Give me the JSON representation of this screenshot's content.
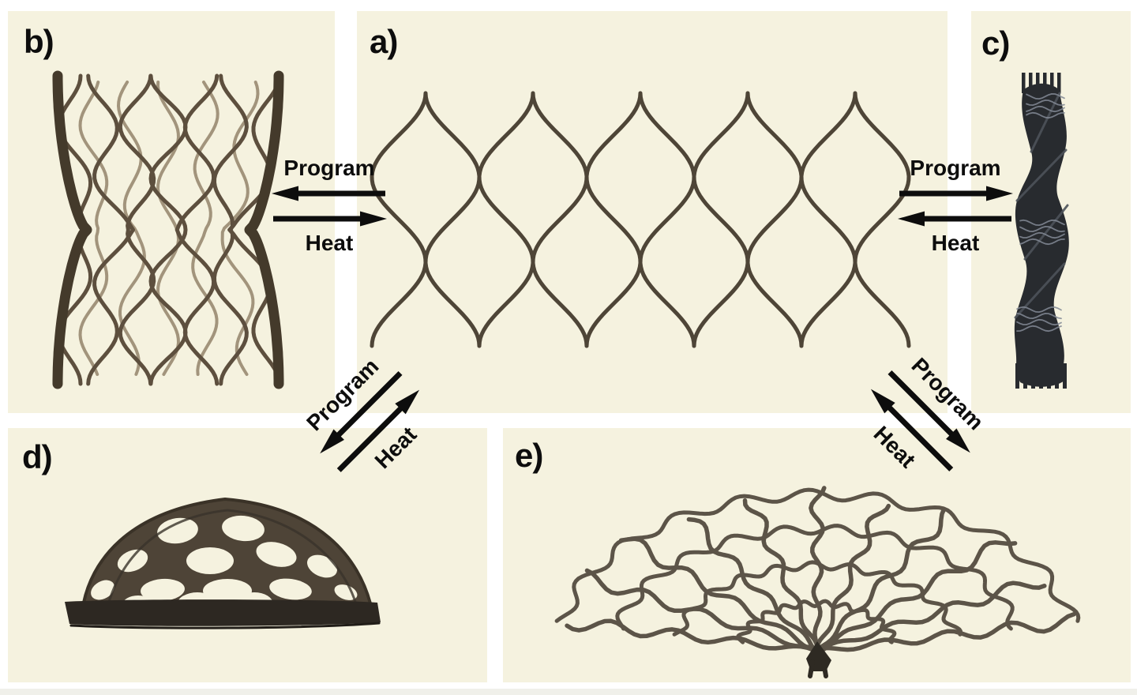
{
  "colors": {
    "panel_bg": "#f5f2df",
    "label": "#0d0d0d",
    "arrow": "#0d0d0d",
    "ribbon_a": "#4e4537",
    "ribbon_b": "#5d4f3e",
    "ribbon_b_light": "#8d7c63",
    "rail": "#443a2b",
    "dome": "#4e4437",
    "base": "#2d2822",
    "ribbon_e": "#5c5448",
    "pivot": "#2e2a23",
    "rod": "#282b2f",
    "rod_fold": "#4d525a",
    "rod_light": "#828a95"
  },
  "panels": {
    "a": {
      "label": "a)"
    },
    "b": {
      "label": "b)"
    },
    "c": {
      "label": "c)"
    },
    "d": {
      "label": "d)"
    },
    "e": {
      "label": "e)"
    }
  },
  "transitions": {
    "b_a": {
      "program": "Program",
      "heat": "Heat"
    },
    "a_c": {
      "program": "Program",
      "heat": "Heat"
    },
    "a_d": {
      "program": "Program",
      "heat": "Heat"
    },
    "a_e": {
      "program": "Program",
      "heat": "Heat"
    }
  }
}
